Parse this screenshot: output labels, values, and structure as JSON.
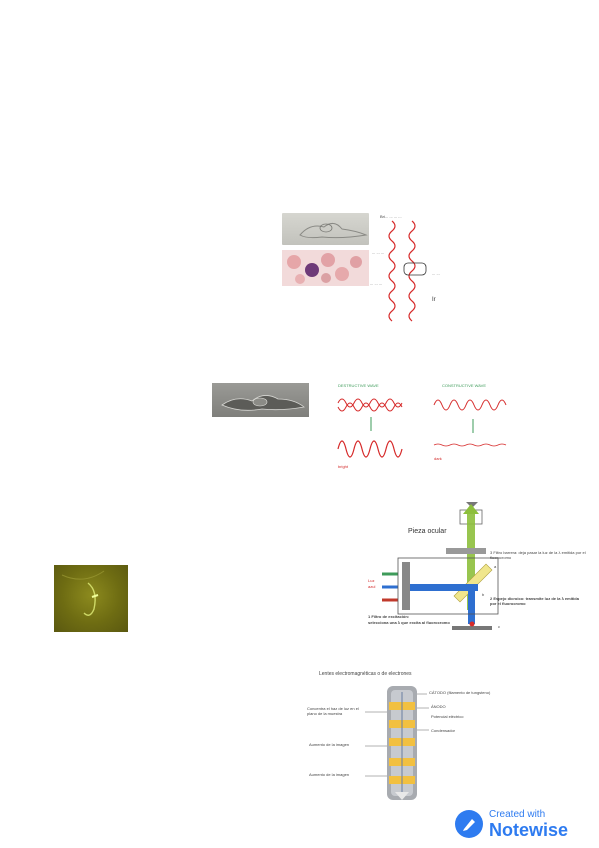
{
  "fig1": {
    "label_top": "Bri... ... ... ...",
    "label_left_1": "... ... ...",
    "label_left_2": "... ... ...",
    "label_mid": "... ... ...",
    "label_right": "... ...",
    "label_corner": "Ir"
  },
  "fig2": {
    "title_left": "DESTRUCTIVE WAVE",
    "title_right": "CONSTRUCTIVE WAVE",
    "label_bright": "bright",
    "label_dark": "dark"
  },
  "fig3": {
    "title": "Pieza ocular",
    "step3": "3 Filtro barrera: deja pasar la luz de la λ emitida por el fluorocromo",
    "step2": "2 Espejo dicroico: transmite luz de la λ emitida por el fluorocromo",
    "step1_a": "1 Filtro de excitación:",
    "step1_b": "selecciona una λ que excita al fluorocromo",
    "left_label_1": "Luz",
    "left_label_2": "azul",
    "pos_a": "a",
    "pos_b": "b",
    "pos_c": "c"
  },
  "fig4": {
    "title": "Lentes electromagnéticas o de electrones",
    "r1": "CÁTODO (filamento de tungsteno)",
    "r2": "ÁNODO",
    "r3": "Potencial eléctrico",
    "r4": "Condensador",
    "l1": "Concentra el haz de luz en el plano de la muestra",
    "l2": "Aumento de la imagen",
    "l3": "Aumento de la imagen"
  },
  "brand": {
    "line1": "Created with",
    "line2": "Notewise",
    "accent": "#2e7bf0"
  }
}
